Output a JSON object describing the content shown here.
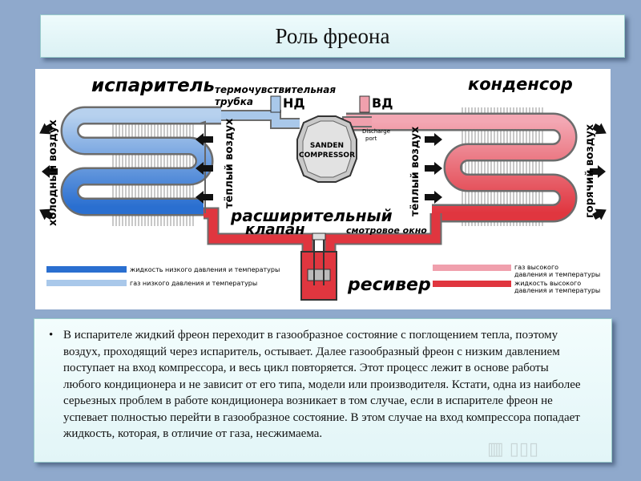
{
  "slide": {
    "title": "Роль фреона",
    "bullet": "•",
    "paragraph": " В испарителе жидкий фреон переходит в газообразное состояние с поглощением тепла, поэтому воздух, проходящий через испаритель, остывает. Далее газообразный фреон с низким давлением поступает на вход компрессора, и весь цикл повторяется. Этот процесс лежит в основе работы любого кондиционера и не зависит от его типа, модели или производителя. Кстати, одна из наиболее серьезных проблем в работе кондиционера возникает в том случае, если в испарителе фреон не успевает полностью перейти в газообразное состояние. В этом случае на вход компрессора попадает жидкость, которая, в отличие от газа, несжимаема."
  },
  "diagram": {
    "evaporator": "испаритель",
    "condenser": "конденсор",
    "bulb_line1": "термочувствительная",
    "bulb_line2": "трубка",
    "low_pressure": "НД",
    "high_pressure": "ВД",
    "discharge_line1": "Discharge",
    "discharge_line2": "port",
    "compressor_line1": "SANDEN",
    "compressor_line2": "COMPRESSOR",
    "cold_air": "холодный воздух",
    "warm_air_left": "тёплый воздух",
    "warm_air_right": "тёплый воздух",
    "hot_air": "горячий воздух",
    "expansion_valve_line1": "расширительный",
    "expansion_valve_line2": "клапан",
    "sight_glass": "смотровое окно",
    "receiver": "ресивер",
    "legend": {
      "low_liquid": "жидкость низкого давления и температуры",
      "low_gas": "газ низкого давления и температуры",
      "high_gas_line1": "газ высокого",
      "high_gas_line2": "давления и температуры",
      "high_liquid_line1": "жидкость высокого",
      "high_liquid_line2": "давления и температуры"
    }
  },
  "colors": {
    "background": "#8fa9cc",
    "low_liquid": "#2a6fd0",
    "low_gas": "#a9c8ea",
    "high_gas": "#f0a0ad",
    "high_liquid": "#e0363f"
  }
}
